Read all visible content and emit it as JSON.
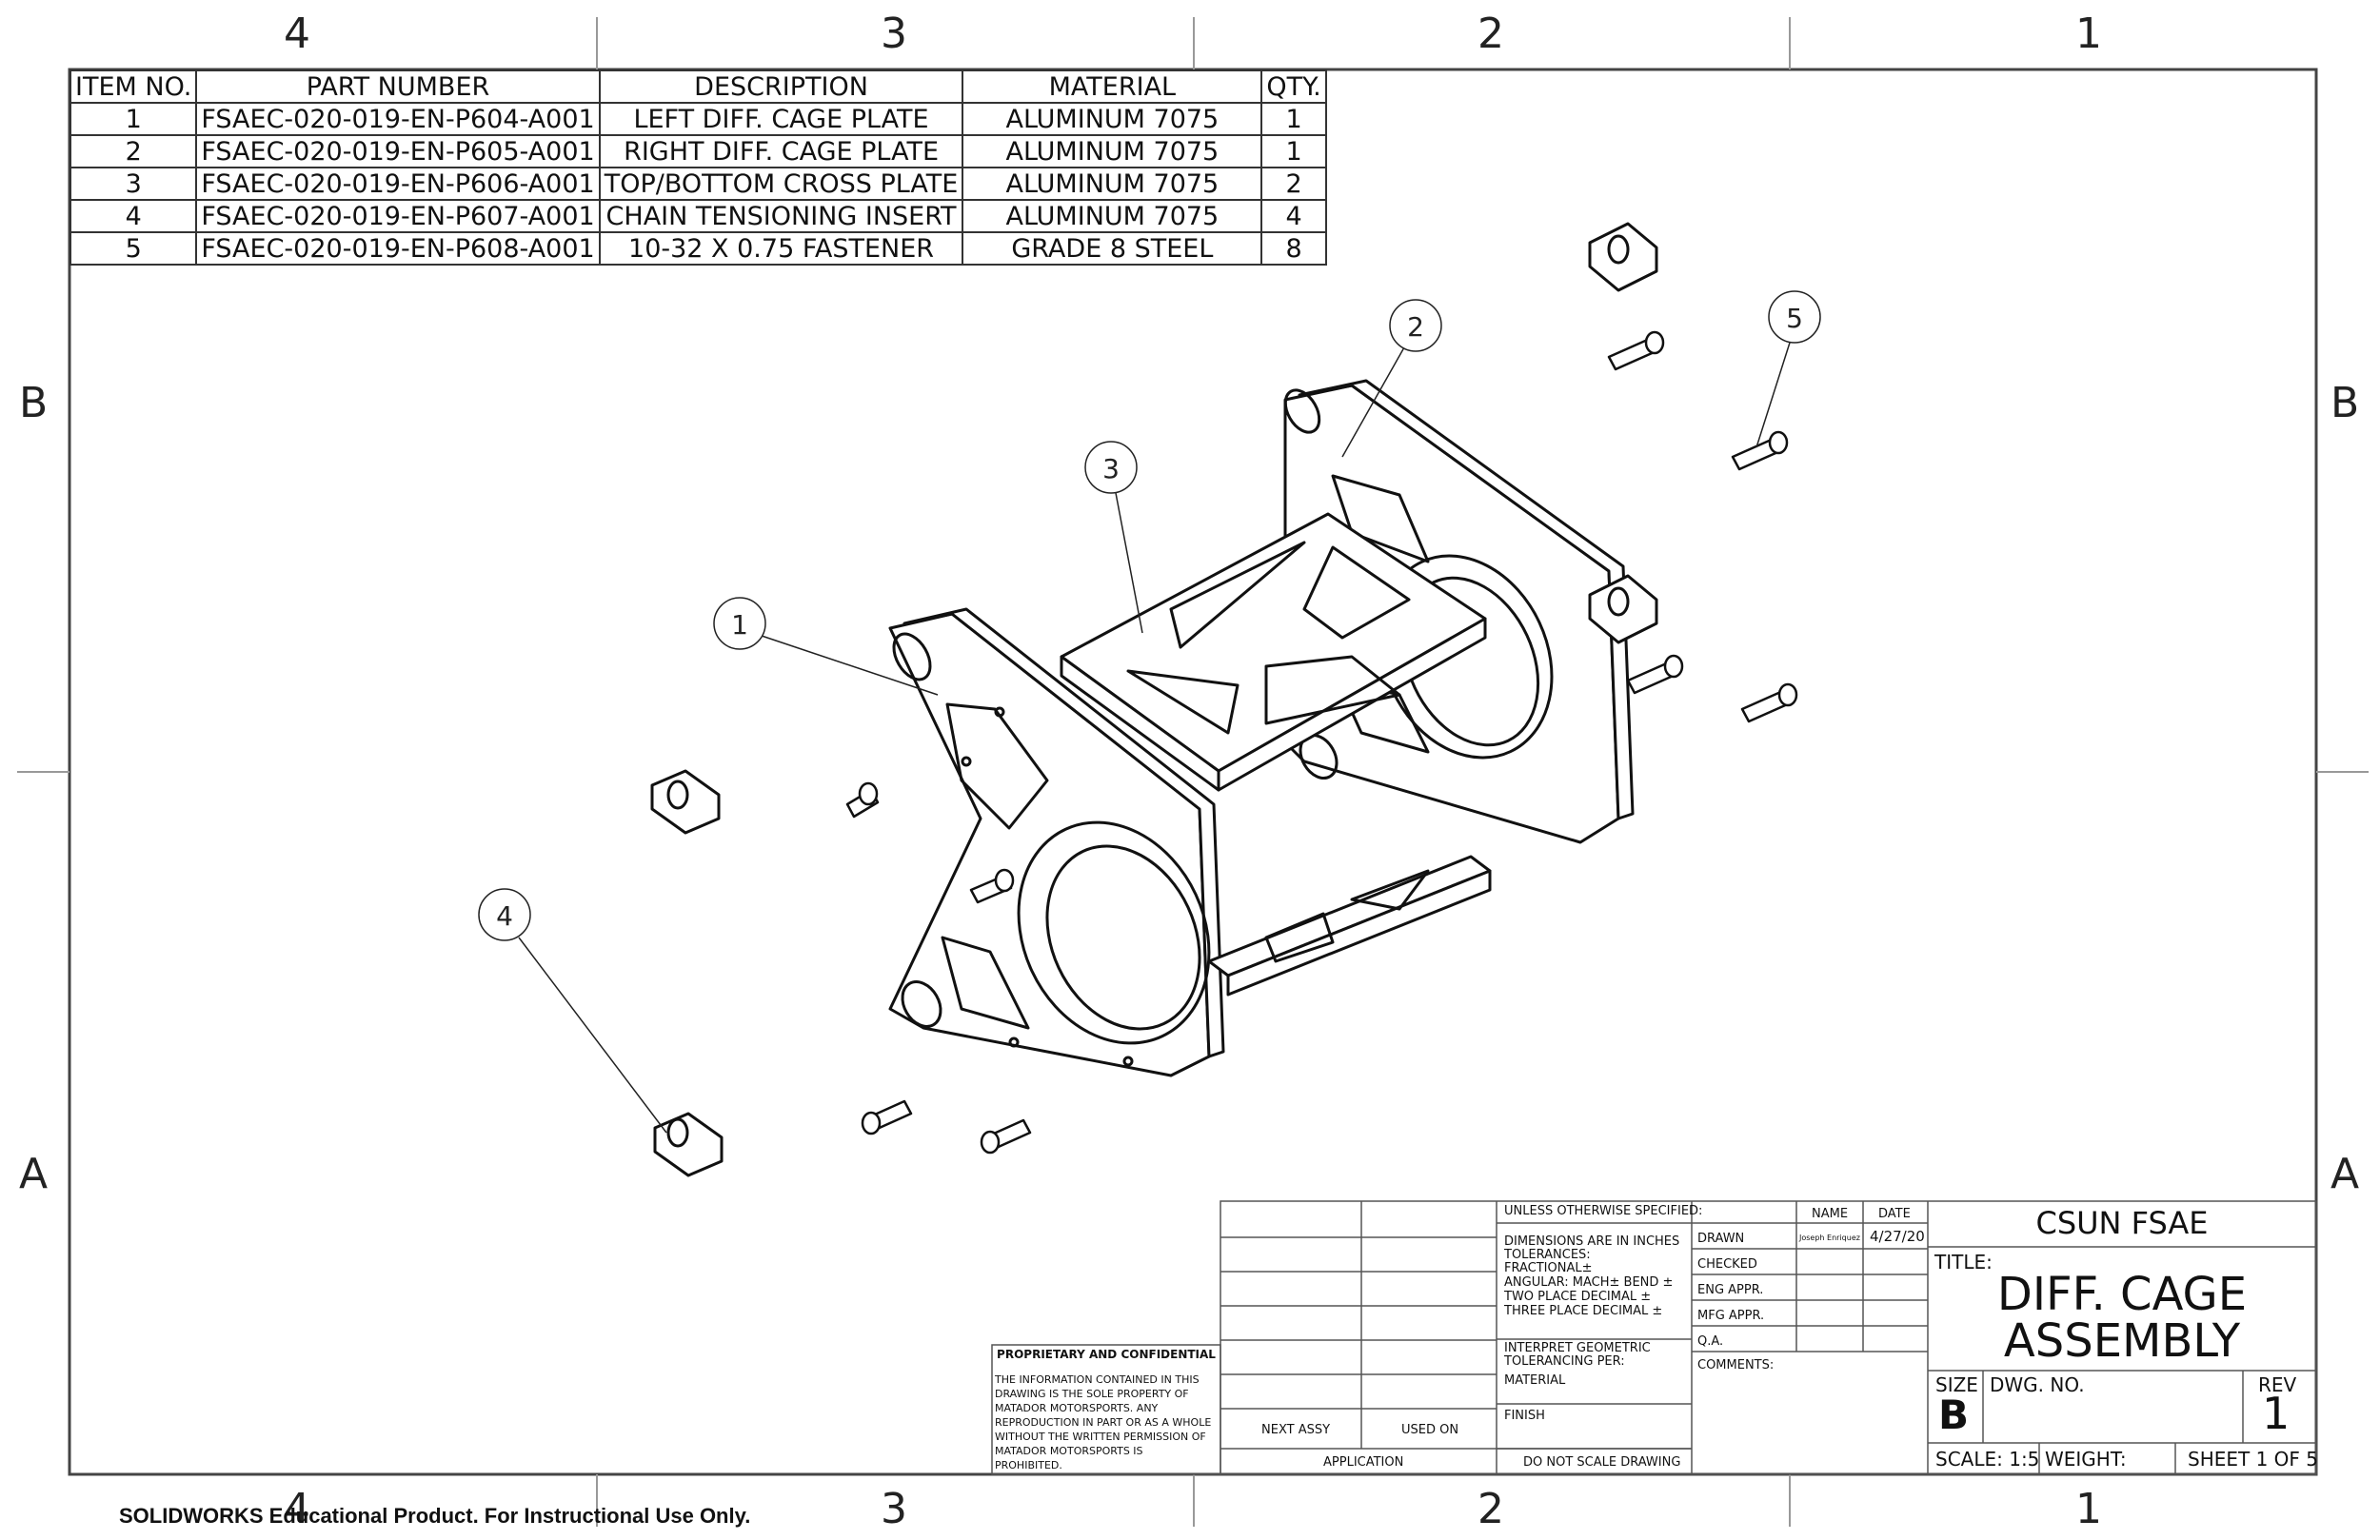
{
  "zones": {
    "columns": [
      "4",
      "3",
      "2",
      "1"
    ],
    "rows": [
      "B",
      "A"
    ]
  },
  "bom": {
    "headers": [
      "ITEM NO.",
      "PART NUMBER",
      "DESCRIPTION",
      "MATERIAL",
      "QTY."
    ],
    "rows": [
      [
        "1",
        "FSAEC-020-019-EN-P604-A001",
        "LEFT DIFF. CAGE PLATE",
        "ALUMINUM 7075",
        "1"
      ],
      [
        "2",
        "FSAEC-020-019-EN-P605-A001",
        "RIGHT DIFF. CAGE PLATE",
        "ALUMINUM 7075",
        "1"
      ],
      [
        "3",
        "FSAEC-020-019-EN-P606-A001",
        "TOP/BOTTOM CROSS PLATE",
        "ALUMINUM 7075",
        "2"
      ],
      [
        "4",
        "FSAEC-020-019-EN-P607-A001",
        "CHAIN TENSIONING INSERT",
        "ALUMINUM 7075",
        "4"
      ],
      [
        "5",
        "FSAEC-020-019-EN-P608-A001",
        "10-32 X 0.75 FASTENER",
        "GRADE 8 STEEL",
        "8"
      ]
    ]
  },
  "balloons": [
    "1",
    "2",
    "3",
    "4",
    "5"
  ],
  "title_block": {
    "unless_specified": "UNLESS OTHERWISE SPECIFIED:",
    "name_header": "NAME",
    "date_header": "DATE",
    "dims_line1": "DIMENSIONS ARE IN INCHES",
    "dims_line2": "TOLERANCES:",
    "dims_line3": "FRACTIONAL±",
    "dims_line4": "ANGULAR: MACH±    BEND ±",
    "dims_line5": "TWO PLACE DECIMAL    ±",
    "dims_line6": "THREE PLACE DECIMAL  ±",
    "interpret_line1": "INTERPRET GEOMETRIC",
    "interpret_line2": "TOLERANCING PER:",
    "material_label": "MATERIAL",
    "finish_label": "FINISH",
    "do_not_scale": "DO NOT SCALE DRAWING",
    "drawn_label": "DRAWN",
    "drawn_name": "Joseph Enriquez",
    "drawn_date": "4/27/20",
    "checked_label": "CHECKED",
    "eng_appr_label": "ENG APPR.",
    "mfg_appr_label": "MFG APPR.",
    "qa_label": "Q.A.",
    "comments_label": "COMMENTS:",
    "company": "CSUN FSAE",
    "title_label": "TITLE:",
    "title_line1": "DIFF. CAGE",
    "title_line2": "ASSEMBLY",
    "size_label": "SIZE",
    "size_value": "B",
    "dwg_no_label": "DWG.  NO.",
    "rev_label": "REV",
    "rev_value": "1",
    "scale": "SCALE: 1:5",
    "weight": "WEIGHT:",
    "sheet": "SHEET 1 OF 5",
    "next_assy": "NEXT ASSY",
    "used_on": "USED ON",
    "application": "APPLICATION",
    "proprietary_title": "PROPRIETARY AND CONFIDENTIAL",
    "proprietary_lines": [
      "THE INFORMATION CONTAINED IN THIS",
      "DRAWING IS THE SOLE PROPERTY OF",
      "MATADOR MOTORSPORTS.  ANY",
      "REPRODUCTION IN PART OR AS A WHOLE",
      "WITHOUT THE WRITTEN PERMISSION OF",
      "MATADOR MOTORSPORTS IS",
      "PROHIBITED."
    ]
  },
  "watermark": "SOLIDWORKS Educational Product. For Instructional Use Only."
}
